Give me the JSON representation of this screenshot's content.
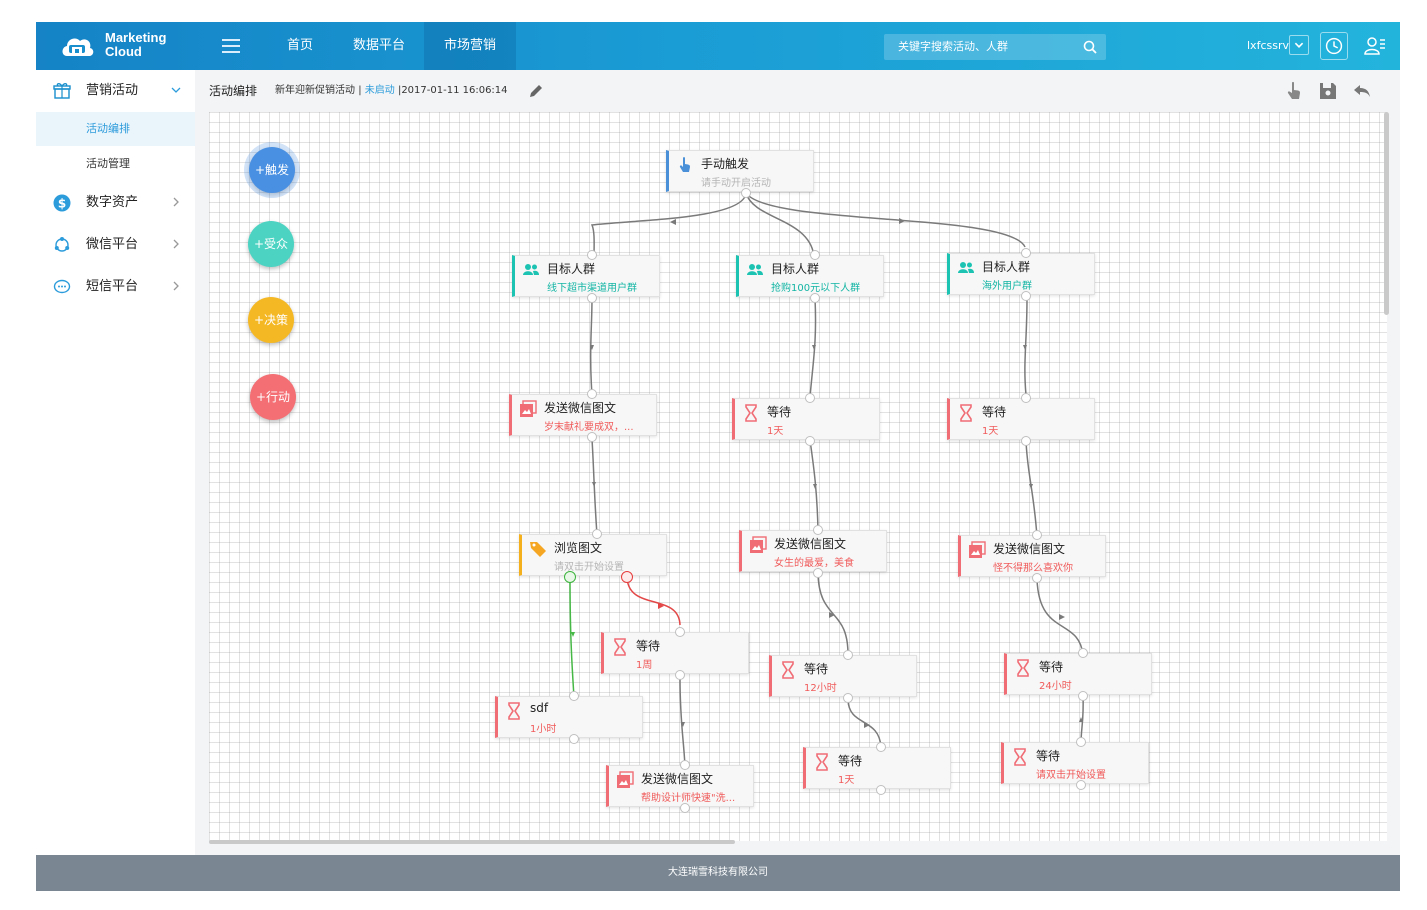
{
  "header": {
    "brand_line1": "Marketing",
    "brand_line2": "Cloud",
    "nav": [
      "首页",
      "数据平台",
      "市场营销"
    ],
    "active_nav": "市场营销",
    "search_placeholder": "关键字搜索活动、人群",
    "username": "lxfcssrv"
  },
  "sidebar": {
    "groups": [
      {
        "label": "营销活动",
        "icon": "gift-icon",
        "expanded": true
      },
      {
        "label": "数字资产",
        "icon": "dollar-icon",
        "expanded": false
      },
      {
        "label": "微信平台",
        "icon": "share-network-icon",
        "expanded": false
      },
      {
        "label": "短信平台",
        "icon": "chat-bubble-icon",
        "expanded": false
      }
    ],
    "sub_items": [
      {
        "label": "活动编排",
        "active": true
      },
      {
        "label": "活动管理",
        "active": false
      }
    ]
  },
  "toolbar": {
    "title": "活动编排",
    "activity_name": "新年迎新促销活动",
    "separator": "|",
    "status": "未启动",
    "timestamp": "2017-01-11 16:06:14"
  },
  "palette": [
    {
      "label": "+触发",
      "color": "#4a90e2"
    },
    {
      "label": "+受众",
      "color": "#4cd3c2"
    },
    {
      "label": "+决策",
      "color": "#f5b825"
    },
    {
      "label": "+行动",
      "color": "#f36f74"
    }
  ],
  "nodes": {
    "trigger": {
      "title": "手动触发",
      "sub": "请手动开启活动"
    },
    "aud1": {
      "title": "目标人群",
      "sub": "线下超市渠道用户群"
    },
    "aud2": {
      "title": "目标人群",
      "sub": "抢购100元以下人群"
    },
    "aud3": {
      "title": "目标人群",
      "sub": "海外用户群"
    },
    "send1": {
      "title": "发送微信图文",
      "sub": "岁末献礼要成双，..."
    },
    "wait1": {
      "title": "等待",
      "sub": "1天"
    },
    "wait2": {
      "title": "等待",
      "sub": "1天"
    },
    "browse": {
      "title": "浏览图文",
      "sub": "请双击开始设置"
    },
    "send2": {
      "title": "发送微信图文",
      "sub": "女生的最爱，美食"
    },
    "send3": {
      "title": "发送微信图文",
      "sub": "怪不得那么喜欢你"
    },
    "wait3": {
      "title": "等待",
      "sub": "1周"
    },
    "wait4": {
      "title": "等待",
      "sub": "12小时"
    },
    "wait5": {
      "title": "等待",
      "sub": "24小时"
    },
    "sdf": {
      "title": "sdf",
      "sub": "1小时"
    },
    "wait6": {
      "title": "等待",
      "sub": "1天"
    },
    "wait7": {
      "title": "等待",
      "sub": "请双击开始设置"
    },
    "send4": {
      "title": "发送微信图文",
      "sub": "帮助设计师快速\"洗..."
    }
  },
  "footer": {
    "company": "大连瑞雪科技有限公司"
  }
}
